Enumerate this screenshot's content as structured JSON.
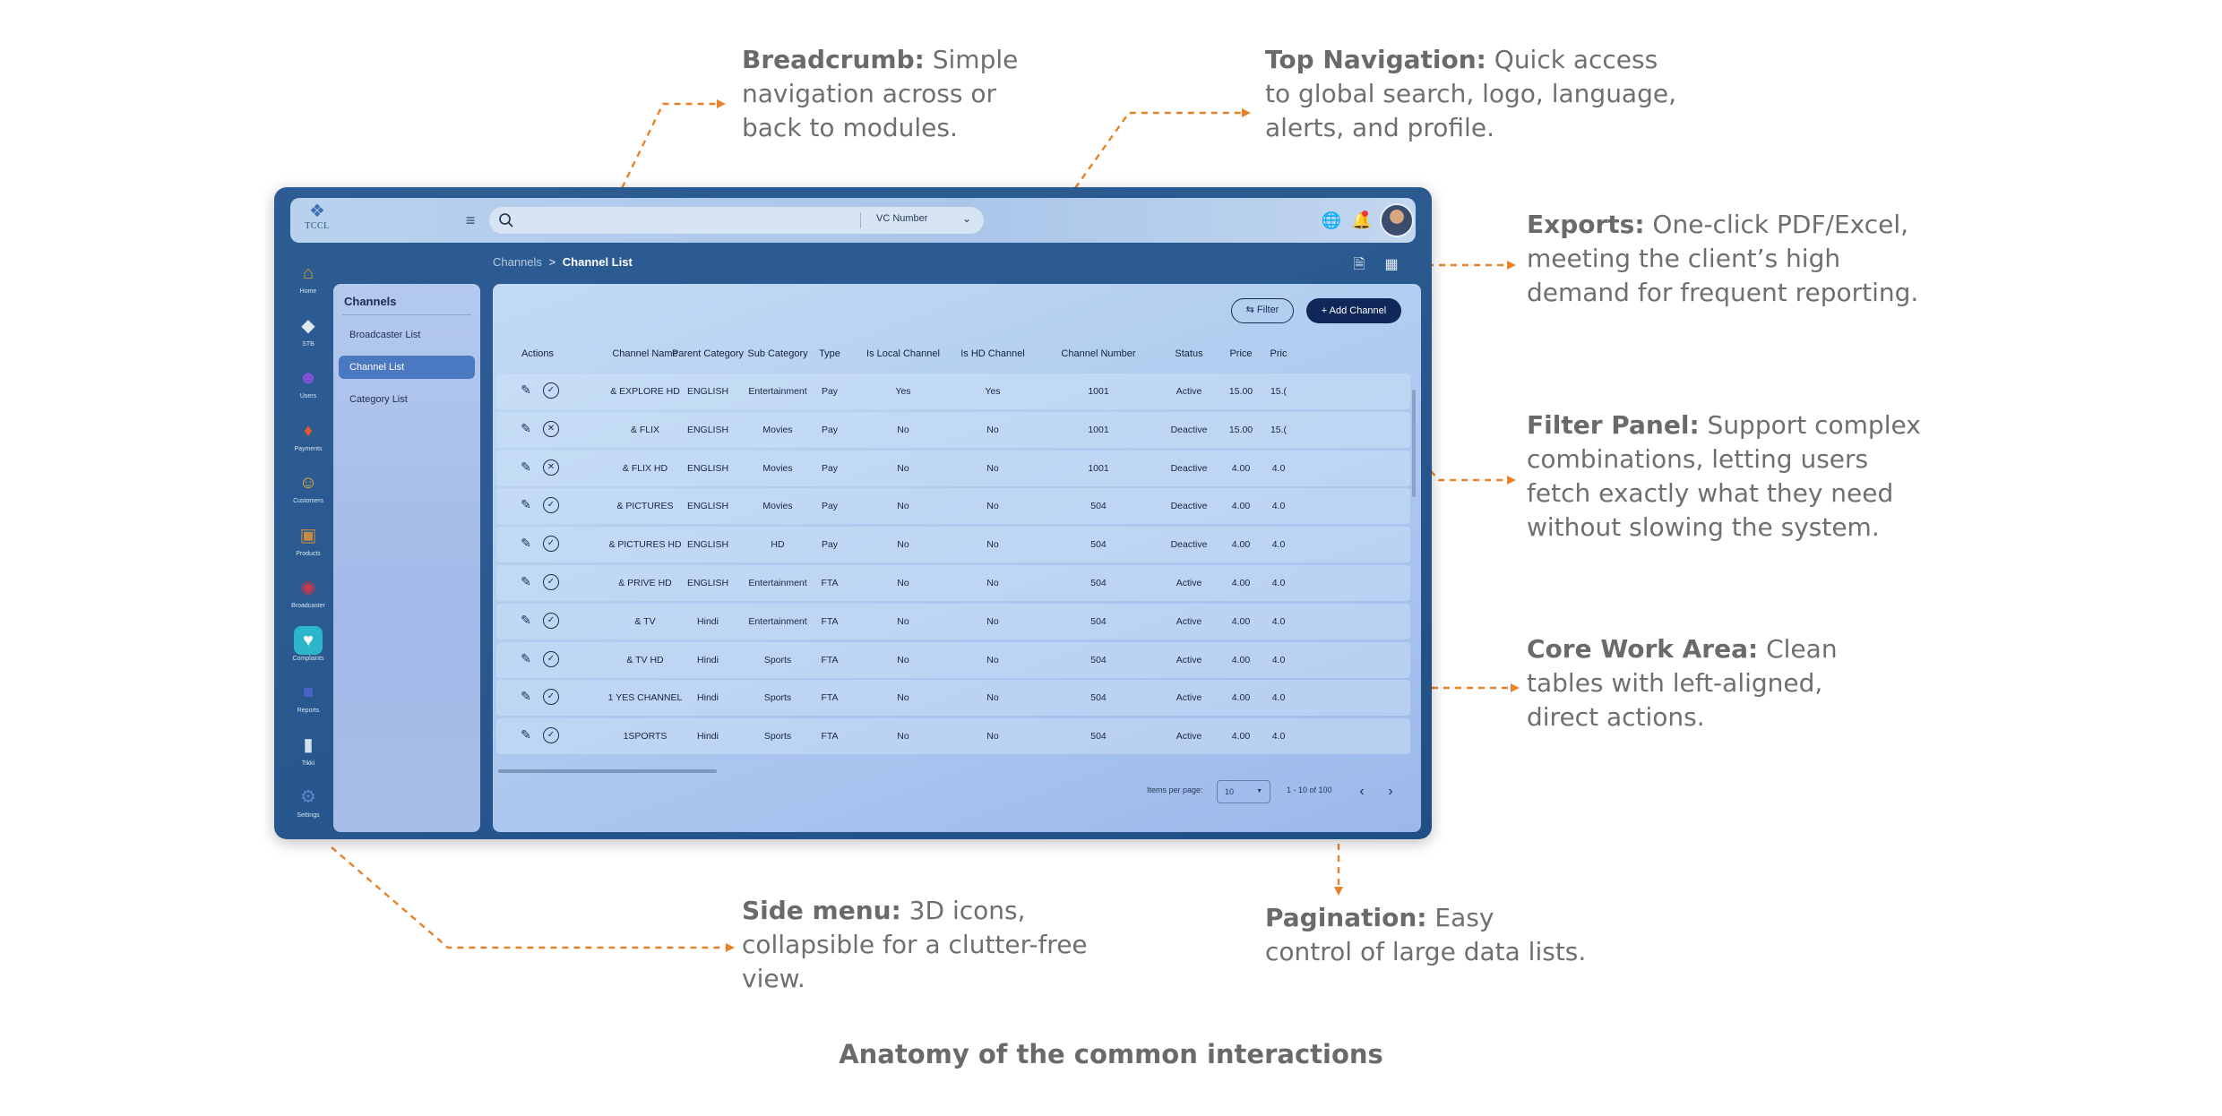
{
  "annotations": {
    "breadcrumb": {
      "title": "Breadcrumb:",
      "text": " Simple navigation across or back to modules."
    },
    "top_navigation": {
      "title": "Top Navigation:",
      "text": " Quick access to global search, logo, language, alerts, and profile."
    },
    "exports": {
      "title": "Exports:",
      "text": " One-click PDF/Excel, meeting the client’s high demand for frequent reporting."
    },
    "filter_panel": {
      "title": "Filter Panel:",
      "text": " Support complex combinations, letting users fetch exactly what they need without slowing the system."
    },
    "core_work_area": {
      "title": "Core Work Area:",
      "text": " Clean tables with left-aligned, direct actions."
    },
    "side_menu": {
      "title": "Side menu:",
      "text": " 3D icons, collapsible for a clutter-free view."
    },
    "pagination": {
      "title": "Pagination:",
      "text": " Easy control of large data lists."
    }
  },
  "caption": "Anatomy of the common interactions",
  "app": {
    "logo_text": "TCCL",
    "search": {
      "dropdown_value": "VC Number"
    },
    "rail": [
      {
        "label": "Home",
        "icon": "home-icon",
        "color": "#d79a2b"
      },
      {
        "label": "STB",
        "icon": "set-top-box-icon",
        "color": "#dfe7f2"
      },
      {
        "label": "Users",
        "icon": "users-icon",
        "color": "#8a4fd8"
      },
      {
        "label": "Payments",
        "icon": "payments-icon",
        "color": "#e0562e"
      },
      {
        "label": "Customers",
        "icon": "customers-icon",
        "color": "#e1b23d"
      },
      {
        "label": "Products",
        "icon": "products-icon",
        "color": "#c88a3e"
      },
      {
        "label": "Broadcaster",
        "icon": "broadcaster-icon",
        "color": "#c8384a"
      },
      {
        "label": "Complaints",
        "icon": "complaints-icon",
        "color": "#2bb7c9"
      },
      {
        "label": "Reports",
        "icon": "reports-icon",
        "color": "#4a63c6"
      },
      {
        "label": "Tikki",
        "icon": "tikki-icon",
        "color": "#d3e0f0"
      },
      {
        "label": "Settings",
        "icon": "settings-icon",
        "color": "#5e86c9"
      }
    ],
    "subnav": {
      "title": "Channels",
      "items": [
        "Broadcaster List",
        "Channel List",
        "Category List"
      ],
      "active_index": 1
    },
    "breadcrumb": {
      "parent": "Channels",
      "separator": ">",
      "current": "Channel List"
    },
    "toolbar": {
      "filter_label": "Filter",
      "add_label": "+ Add Channel"
    },
    "table": {
      "columns": [
        "Actions",
        "Channel Name",
        "Parent Category",
        "Sub Category",
        "Type",
        "Is Local Channel",
        "Is HD Channel",
        "Channel Number",
        "Status",
        "Price",
        "Pric"
      ],
      "rows": [
        {
          "status_icon": "check",
          "cells": [
            "& EXPLORE HD",
            "ENGLISH",
            "Entertainment",
            "Pay",
            "Yes",
            "Yes",
            "1001",
            "Active",
            "15.00",
            "15.("
          ]
        },
        {
          "status_icon": "x",
          "cells": [
            "& FLIX",
            "ENGLISH",
            "Movies",
            "Pay",
            "No",
            "No",
            "1001",
            "Deactive",
            "15.00",
            "15.("
          ]
        },
        {
          "status_icon": "x",
          "cells": [
            "& FLIX HD",
            "ENGLISH",
            "Movies",
            "Pay",
            "No",
            "No",
            "1001",
            "Deactive",
            "4.00",
            "4.0"
          ]
        },
        {
          "status_icon": "check",
          "cells": [
            "& PICTURES",
            "ENGLISH",
            "Movies",
            "Pay",
            "No",
            "No",
            "504",
            "Deactive",
            "4.00",
            "4.0"
          ]
        },
        {
          "status_icon": "check",
          "cells": [
            "& PICTURES HD",
            "ENGLISH",
            "HD",
            "Pay",
            "No",
            "No",
            "504",
            "Deactive",
            "4.00",
            "4.0"
          ]
        },
        {
          "status_icon": "check",
          "cells": [
            "& PRIVE HD",
            "ENGLISH",
            "Entertainment",
            "FTA",
            "No",
            "No",
            "504",
            "Active",
            "4.00",
            "4.0"
          ]
        },
        {
          "status_icon": "check",
          "cells": [
            "& TV",
            "Hindi",
            "Entertainment",
            "FTA",
            "No",
            "No",
            "504",
            "Active",
            "4.00",
            "4.0"
          ]
        },
        {
          "status_icon": "check",
          "cells": [
            "& TV HD",
            "Hindi",
            "Sports",
            "FTA",
            "No",
            "No",
            "504",
            "Active",
            "4.00",
            "4.0"
          ]
        },
        {
          "status_icon": "check",
          "cells": [
            "1 YES CHANNEL",
            "Hindi",
            "Sports",
            "FTA",
            "No",
            "No",
            "504",
            "Active",
            "4.00",
            "4.0"
          ]
        },
        {
          "status_icon": "check",
          "cells": [
            "1SPORTS",
            "Hindi",
            "Sports",
            "FTA",
            "No",
            "No",
            "504",
            "Active",
            "4.00",
            "4.0"
          ]
        }
      ]
    },
    "pagination": {
      "items_per_page_label": "Items per page:",
      "items_per_page": "10",
      "range": "1 - 10 of 100"
    }
  },
  "colors": {
    "connector": "#e8822a",
    "active_nav": "#4a78c1",
    "primary_button": "#10275a"
  }
}
